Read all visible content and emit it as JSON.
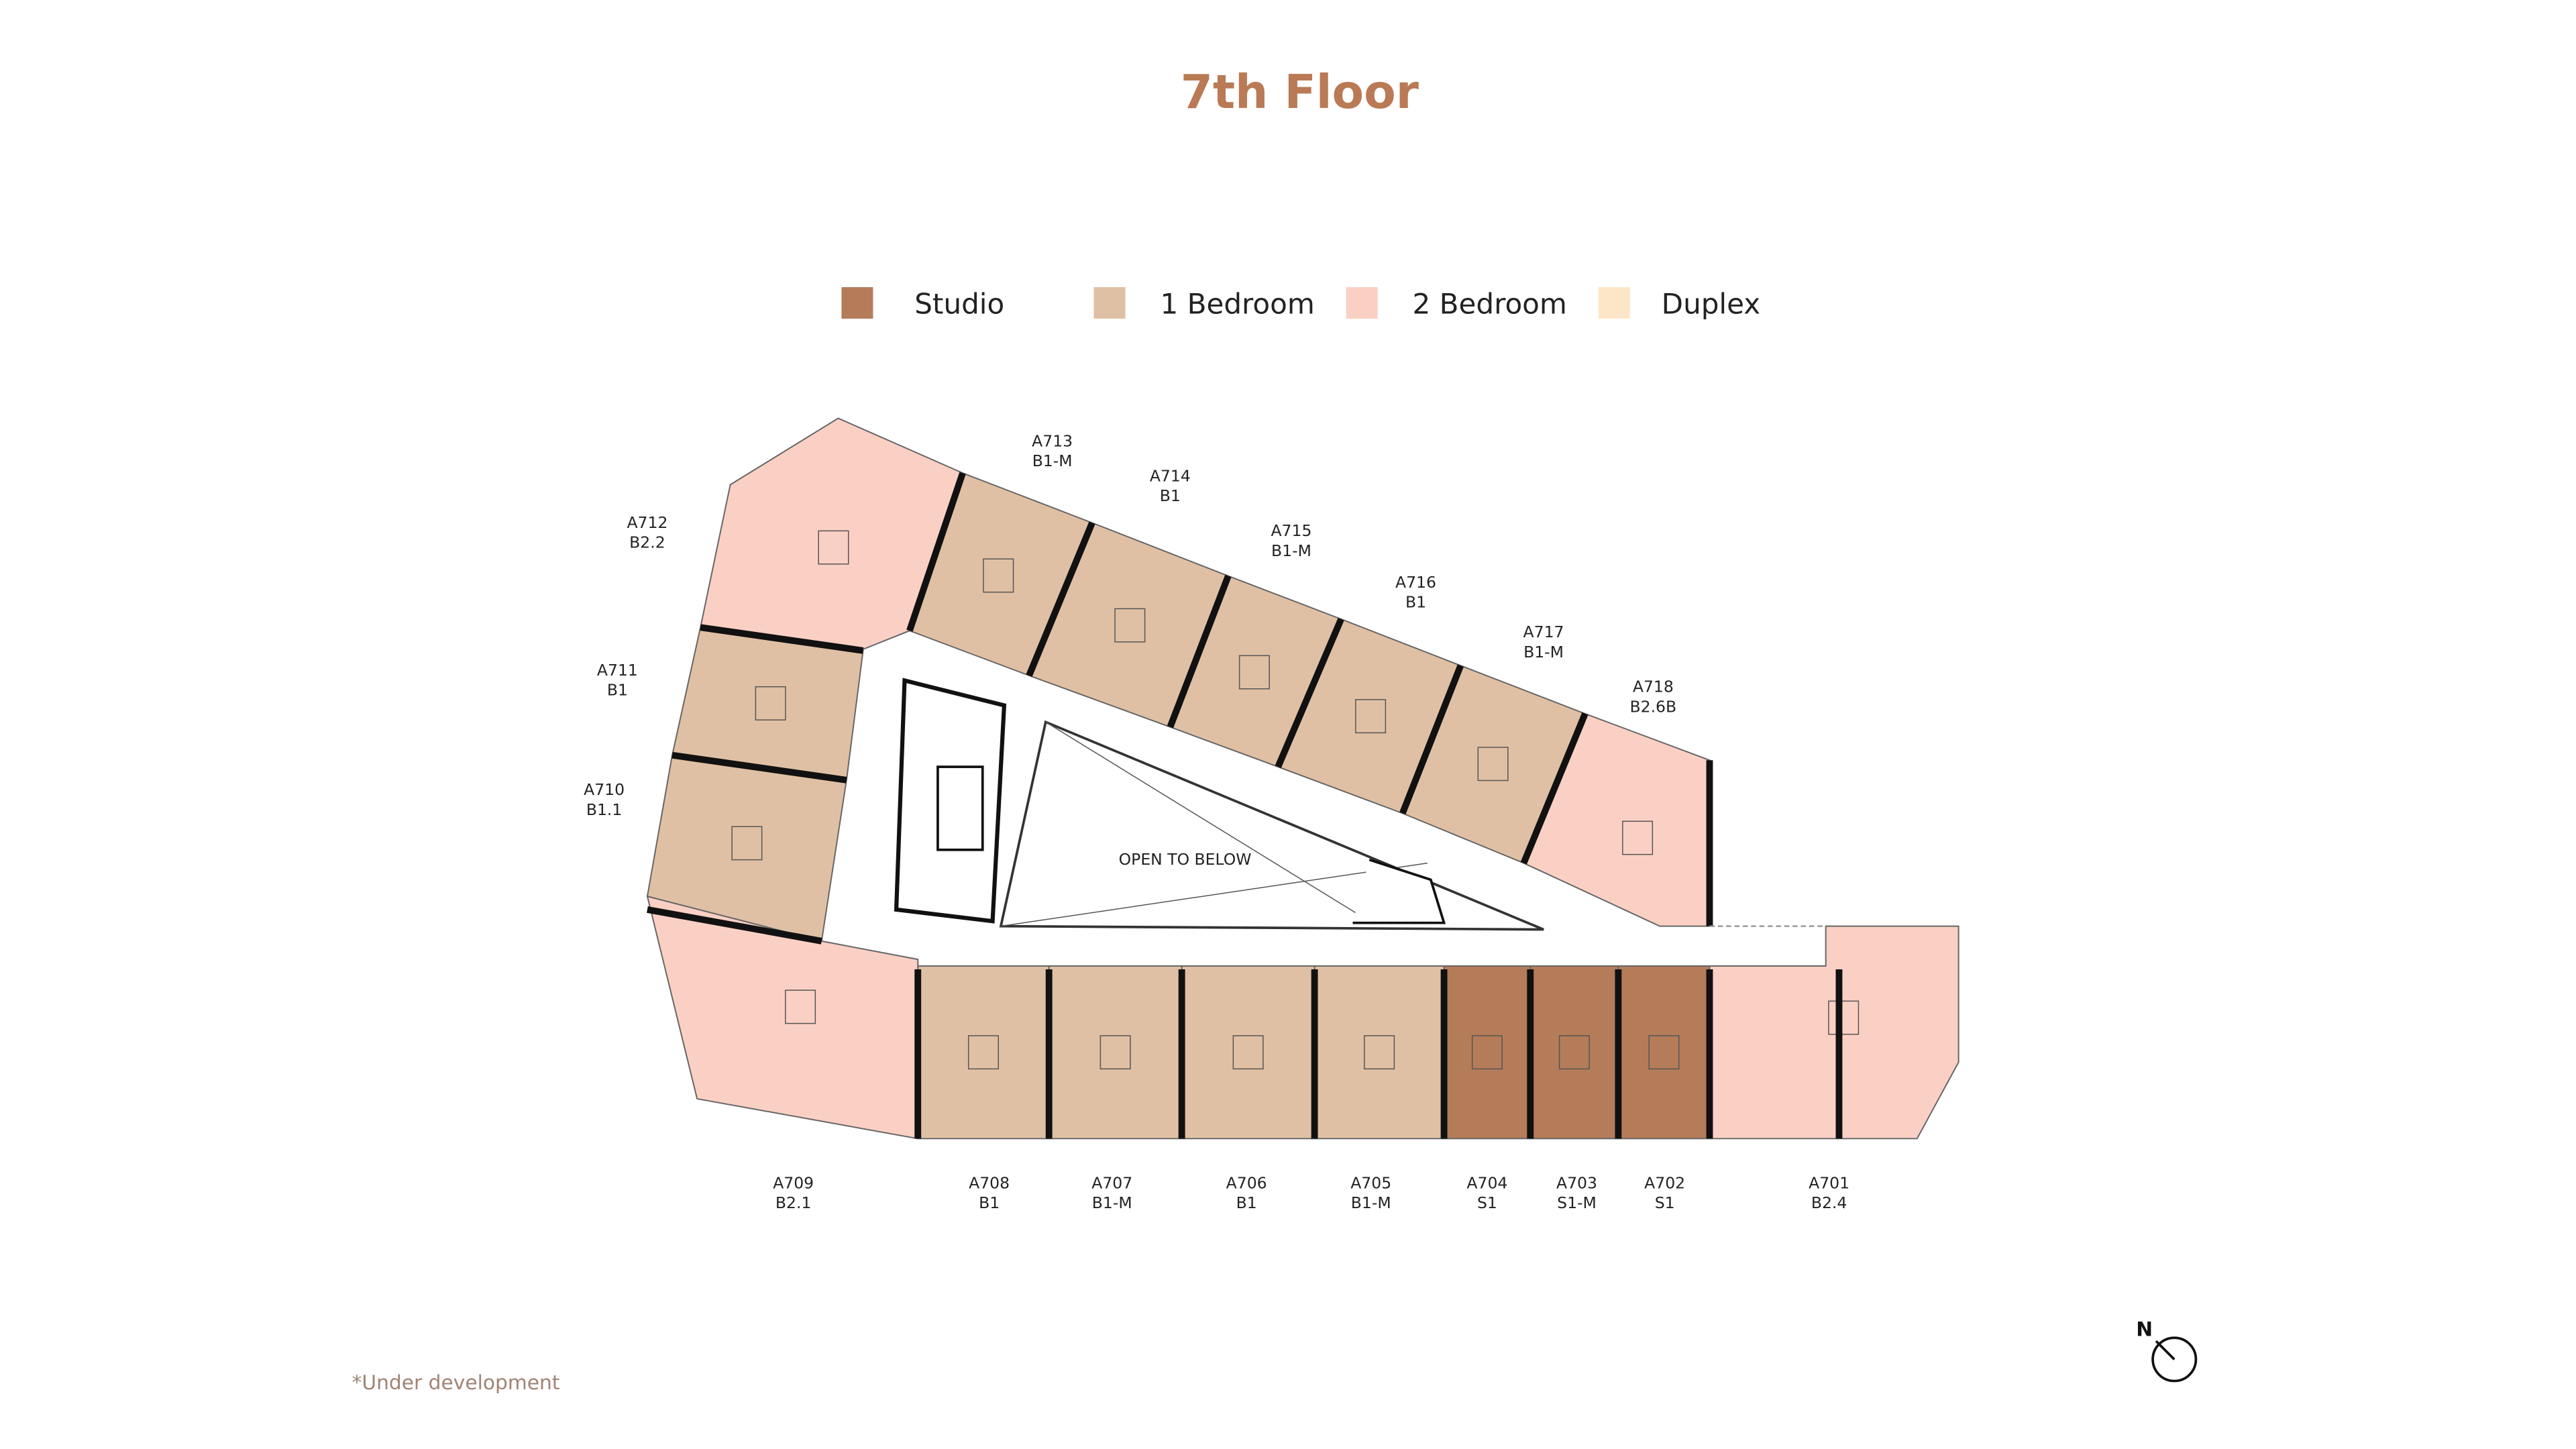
{
  "title": "7th Floor",
  "legend": [
    {
      "label": "Studio",
      "color": "#b57c5a"
    },
    {
      "label": "1 Bedroom",
      "color": "#e0c0a4"
    },
    {
      "label": "2 Bedroom",
      "color": "#fbd0c4"
    },
    {
      "label": "Duplex",
      "color": "#fde6c8"
    }
  ],
  "units": [
    {
      "id": "A701",
      "type": "B2.4",
      "category": "2 Bedroom"
    },
    {
      "id": "A702",
      "type": "S1",
      "category": "Studio"
    },
    {
      "id": "A703",
      "type": "S1-M",
      "category": "Studio"
    },
    {
      "id": "A704",
      "type": "S1",
      "category": "Studio"
    },
    {
      "id": "A705",
      "type": "B1-M",
      "category": "1 Bedroom"
    },
    {
      "id": "A706",
      "type": "B1",
      "category": "1 Bedroom"
    },
    {
      "id": "A707",
      "type": "B1-M",
      "category": "1 Bedroom"
    },
    {
      "id": "A708",
      "type": "B1",
      "category": "1 Bedroom"
    },
    {
      "id": "A709",
      "type": "B2.1",
      "category": "2 Bedroom"
    },
    {
      "id": "A710",
      "type": "B1.1",
      "category": "1 Bedroom"
    },
    {
      "id": "A711",
      "type": "B1",
      "category": "1 Bedroom"
    },
    {
      "id": "A712",
      "type": "B2.2",
      "category": "2 Bedroom"
    },
    {
      "id": "A713",
      "type": "B1-M",
      "category": "1 Bedroom"
    },
    {
      "id": "A714",
      "type": "B1",
      "category": "1 Bedroom"
    },
    {
      "id": "A715",
      "type": "B1-M",
      "category": "1 Bedroom"
    },
    {
      "id": "A716",
      "type": "B1",
      "category": "1 Bedroom"
    },
    {
      "id": "A717",
      "type": "B1-M",
      "category": "1 Bedroom"
    },
    {
      "id": "A718",
      "type": "B2.6B",
      "category": "2 Bedroom"
    }
  ],
  "open_to_below": "OPEN TO BELOW",
  "north_label": "N",
  "footnote": "*Under development"
}
